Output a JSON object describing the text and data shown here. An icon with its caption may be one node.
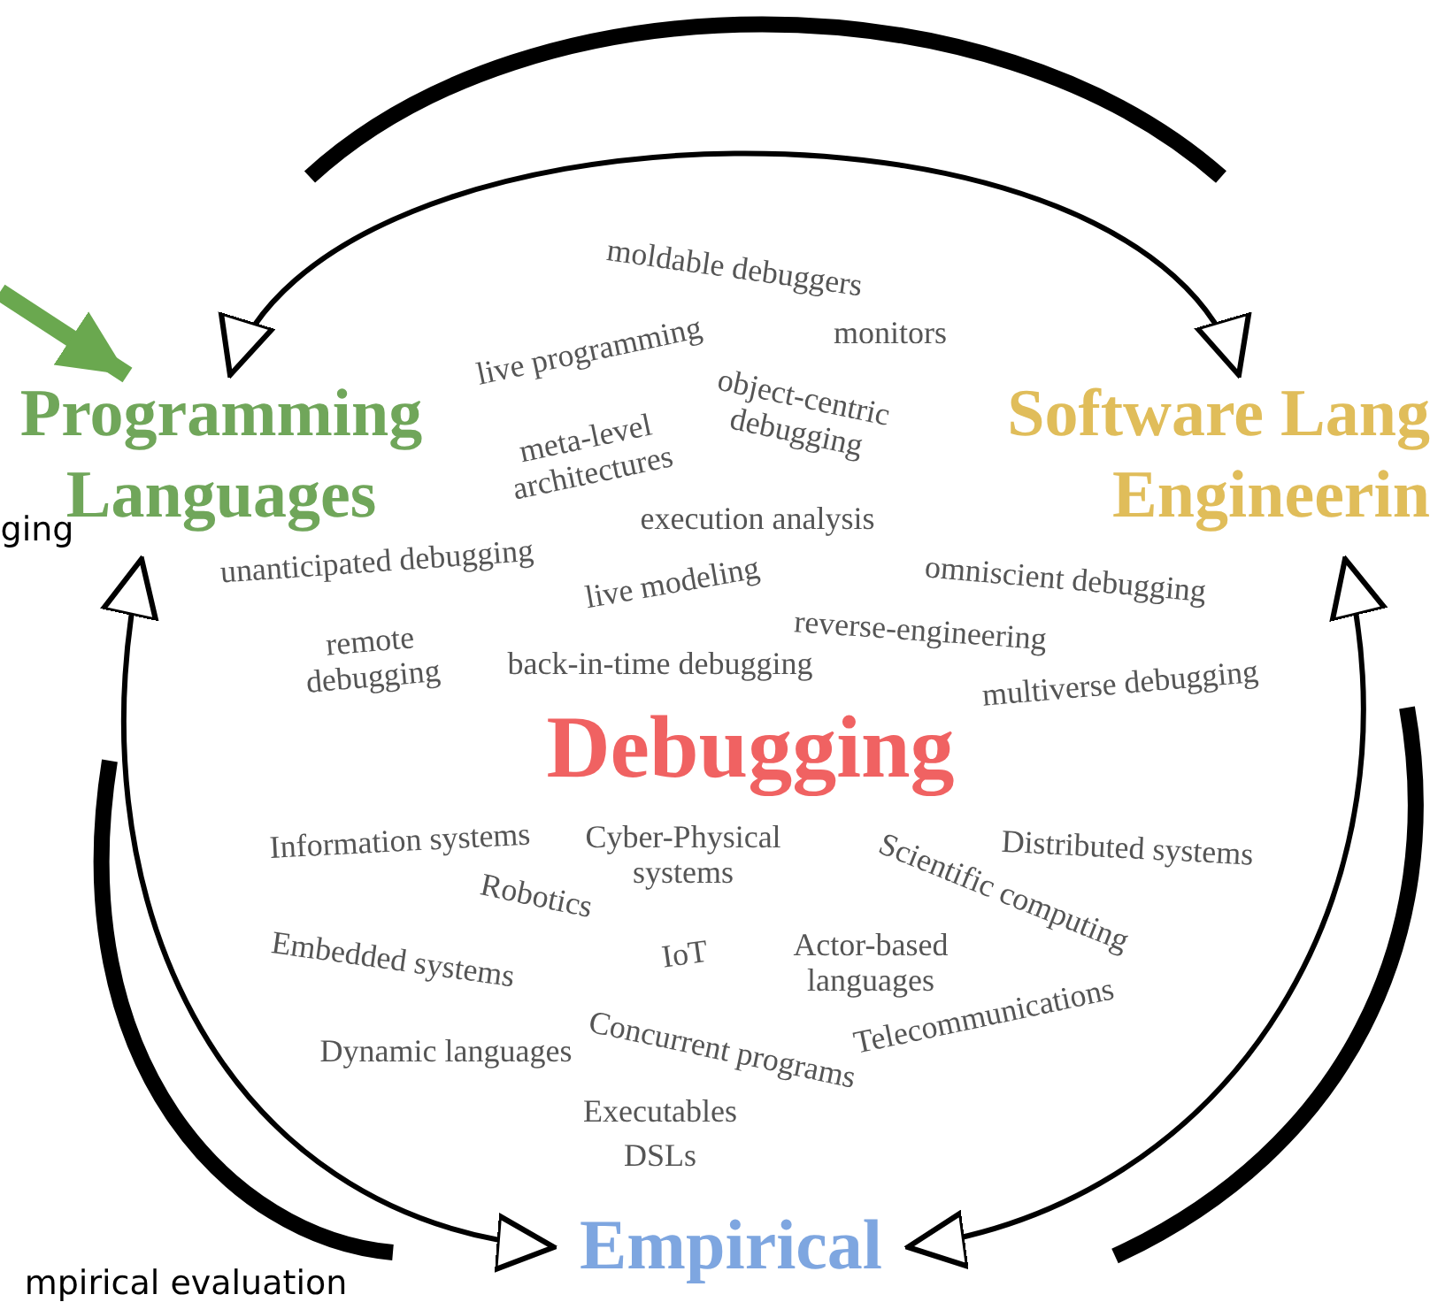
{
  "diagram": {
    "nodes": [
      {
        "text": [
          "Programming Languages"
        ]
      },
      {
        "text": [
          "Software Lang Engineerin"
        ]
      },
      {
        "text": [
          "Empirical"
        ]
      }
    ],
    "edges": [
      {
        "from": 0,
        "to": 1,
        "arrow": "both"
      },
      {
        "from": 1,
        "to": 2,
        "arrow": "both"
      },
      {
        "from": 2,
        "to": 0,
        "arrow": "both"
      },
      {
        "from": null,
        "to": 0,
        "arrow": "to",
        "style": "thick",
        "color": "#6aa84f"
      }
    ],
    "labels": [
      "moldable debuggers",
      "monitors",
      "live programming",
      "object-centric debugging",
      "meta-level architectures",
      "execution analysis",
      "ging",
      "unanticipated debugging",
      "live modeling",
      "omniscient debugging",
      "reverse-engineering",
      "remote debugging",
      "back-in-time debugging",
      "multiverse debugging",
      "Debugging",
      "Information systems",
      "Cyber-Physical systems",
      "Distributed systems",
      "Robotics",
      "Scientific computing",
      "Embedded systems",
      "IoT",
      "Actor-based languages",
      "Telecommunications",
      "Dynamic languages",
      "Concurrent programs",
      "Executables",
      "DSLs",
      "mpirical evaluation"
    ]
  }
}
